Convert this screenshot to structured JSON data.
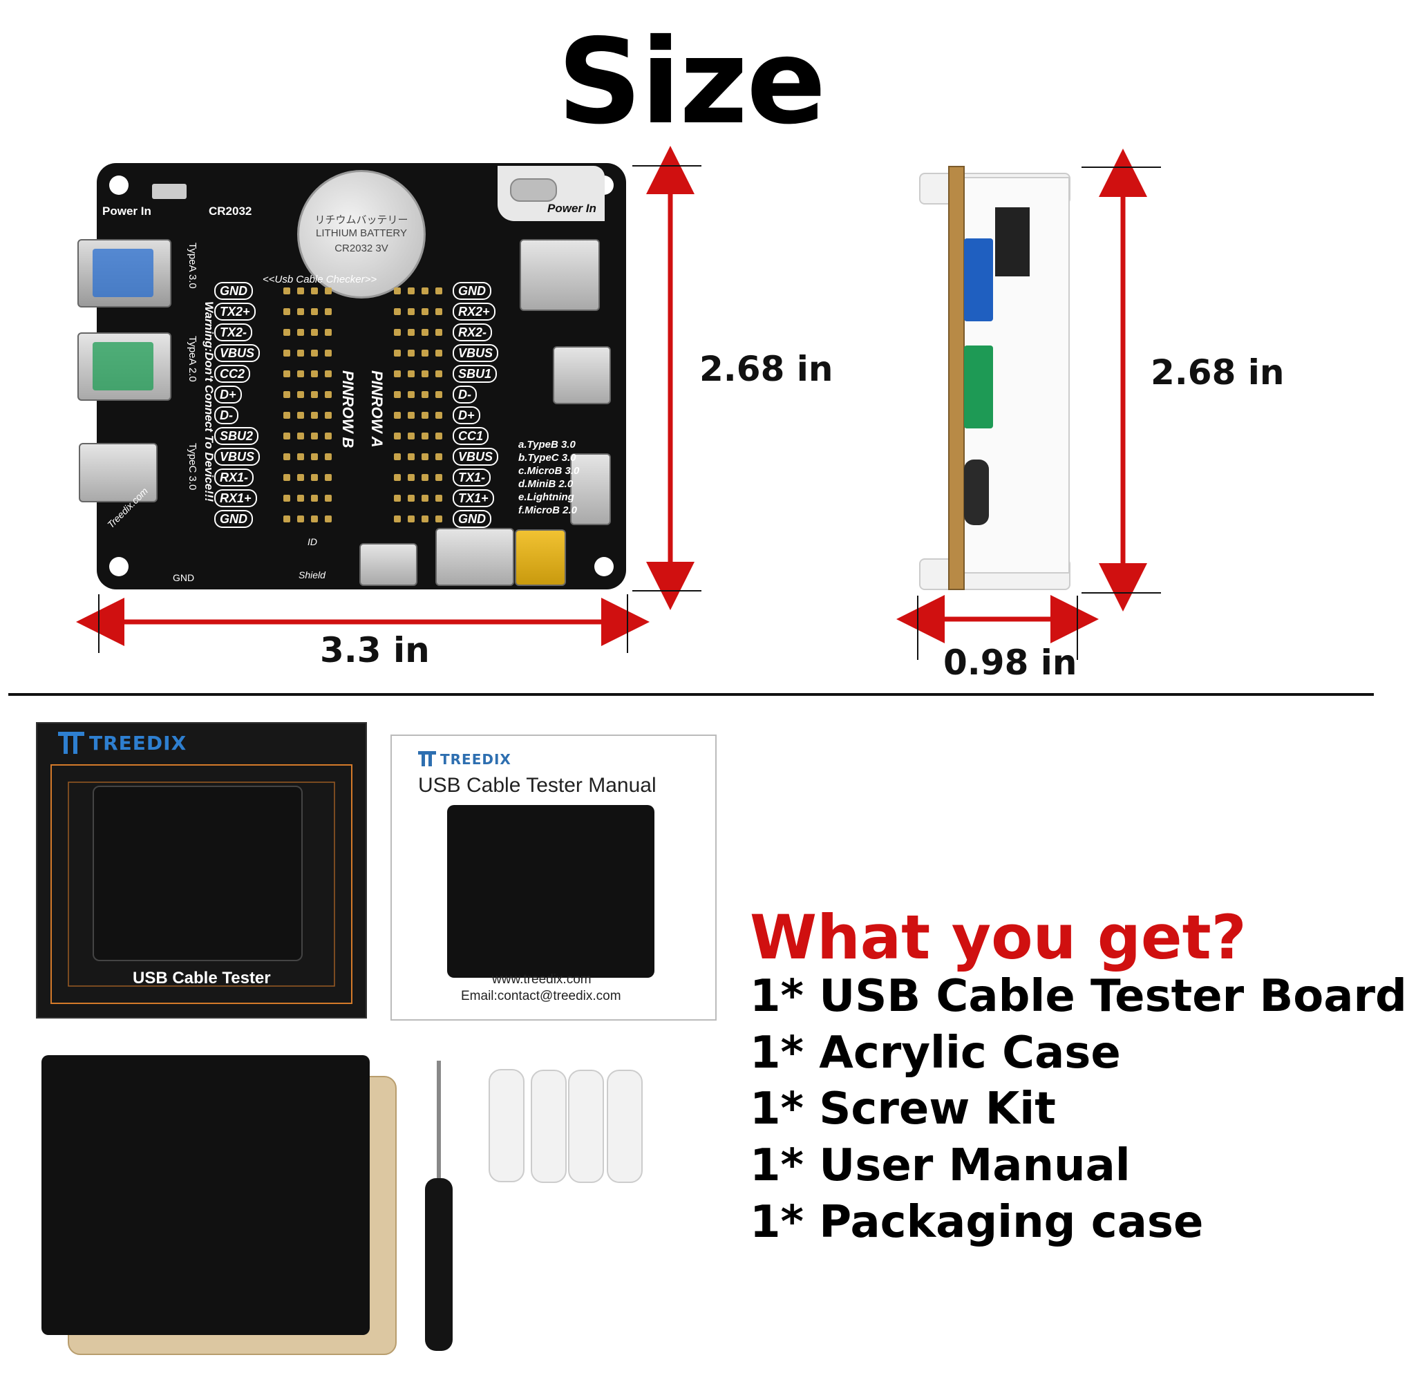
{
  "title": "Size",
  "dimensions": {
    "width": "3.3 in",
    "height_front": "2.68 in",
    "height_side": "2.68 in",
    "depth": "0.98 in"
  },
  "board": {
    "power_in_left": "Power In",
    "cr2032": "CR2032",
    "power_in_right": "Power In",
    "battery_line1": "リチウムバッテリー",
    "battery_line2": "LITHIUM BATTERY",
    "battery_line3": "CR2032 3V",
    "checker": "<<Usb Cable Checker>>",
    "typea30": "TypeA 3.0",
    "warning": "Warning:Don't Connect To Device!!!",
    "typea20": "TypeA 2.0",
    "typec30": "TypeC 3.0",
    "pinrow_b": "PINROW B",
    "pinrow_a": "PINROW A",
    "website": "Treedix.com",
    "gnd": "GND",
    "id": "ID",
    "shield": "Shield",
    "left_pins": [
      "GND",
      "TX2+",
      "TX2-",
      "VBUS",
      "CC2",
      "D+",
      "D-",
      "SBU2",
      "VBUS",
      "RX1-",
      "RX1+",
      "GND"
    ],
    "right_pins": [
      "GND",
      "RX2+",
      "RX2-",
      "VBUS",
      "SBU1",
      "D-",
      "D+",
      "CC1",
      "VBUS",
      "TX1-",
      "TX1+",
      "GND"
    ],
    "legend": [
      "a.TypeB 3.0",
      "b.TypeC 3.0",
      "c.MicroB 3.0",
      "d.MiniB 2.0",
      "e.Lightning",
      "f.MicroB 2.0"
    ]
  },
  "package": {
    "brand": "TREEDIX",
    "box_label": "USB Cable Tester",
    "manual_title": "USB Cable Tester Manual",
    "manual_web": "www.treedix.com",
    "manual_email": "Email:contact@treedix.com"
  },
  "what_you_get": {
    "heading": "What you get?",
    "items": [
      "1* USB Cable Tester Board",
      "1* Acrylic Case",
      "1* Screw Kit",
      "1* User Manual",
      "1* Packaging case"
    ]
  },
  "colors": {
    "arrow": "#d01010",
    "heading": "#d01010",
    "pcb": "#111111"
  }
}
